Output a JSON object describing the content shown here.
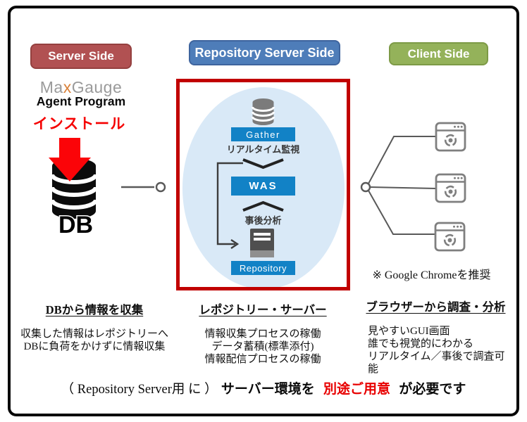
{
  "badges": {
    "server_side": "Server Side",
    "repository_server_side": "Repository Server Side",
    "client_side": "Client Side"
  },
  "server_side": {
    "logo_ma": "Ma",
    "logo_x": "x",
    "logo_gauge": "Gauge",
    "agent_program": "Agent Program",
    "install": "インストール",
    "db_label": "DB"
  },
  "repository_server": {
    "gather_label": "Gather",
    "realtime_label": "リアルタイム監視",
    "was_label": "WAS",
    "post_analysis_label": "事後分析",
    "repository_label": "Repository"
  },
  "client": {
    "chrome_note": "※  Google Chromeを推奨"
  },
  "descriptions": [
    {
      "heading": "DBから情報を収集",
      "lines": [
        "収集した情報はレポジトリーへ",
        "DBに負荷をかけずに情報収集"
      ]
    },
    {
      "heading": "レポジトリー・サーバー",
      "lines": [
        "情報収集プロセスの稼働",
        "データ蓄積(標準添付)",
        "情報配信プロセスの稼働"
      ]
    },
    {
      "heading": "ブラウザーから調査・分析",
      "lines": [
        "見やすいGUI画面",
        "誰でも視覚的にわかる",
        "リアルタイム／事後で調査可能"
      ]
    }
  ],
  "footer": {
    "part1": "（ Repository Server用 に ）",
    "part2": "サーバー環境を",
    "highlight": "別途ご用意",
    "part3": "が必要です"
  },
  "colors": {
    "server_badge": "#b15152",
    "repository_badge": "#4e7db9",
    "client_badge": "#94b25a",
    "process_box_blue": "#1282c6",
    "ellipse_blue": "#d9e9f7",
    "frame_red": "#c10000",
    "highlight_red": "#e80000",
    "icon_gray": "#7b7b7b"
  }
}
